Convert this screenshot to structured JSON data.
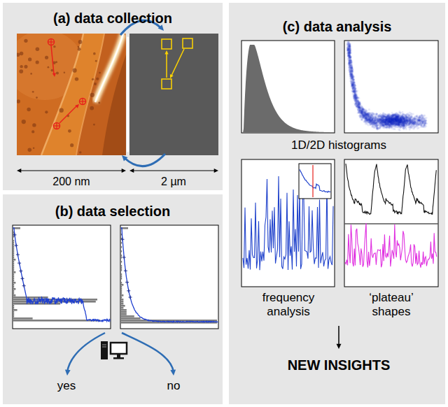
{
  "diagram": {
    "nodes": [
      {
        "text": [
          "(a) data collection"
        ]
      },
      {
        "text": [
          "(b) data selection"
        ]
      },
      {
        "text": [
          "(c) data analysis"
        ]
      }
    ],
    "labels": [
      "200 nm",
      "2 µm",
      "yes",
      "no",
      "1D/2D histograms",
      "frequency analysis",
      "‘plateau’ shapes",
      "NEW INSIGHTS"
    ]
  }
}
